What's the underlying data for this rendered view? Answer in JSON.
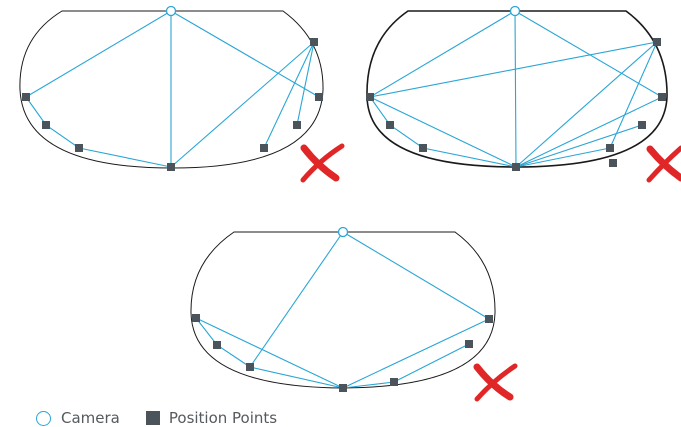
{
  "legend": {
    "camera_label": "Camera",
    "points_label": "Position Points"
  },
  "colors": {
    "outline": "#1a1a1a",
    "ray": "#2aa6d6",
    "point": "#4a545a",
    "camera_stroke": "#2aa6d6",
    "cross": "#e02626"
  },
  "icons": {
    "camera": "hollow-circle",
    "point": "filled-square",
    "cross": "red-x-icon"
  }
}
